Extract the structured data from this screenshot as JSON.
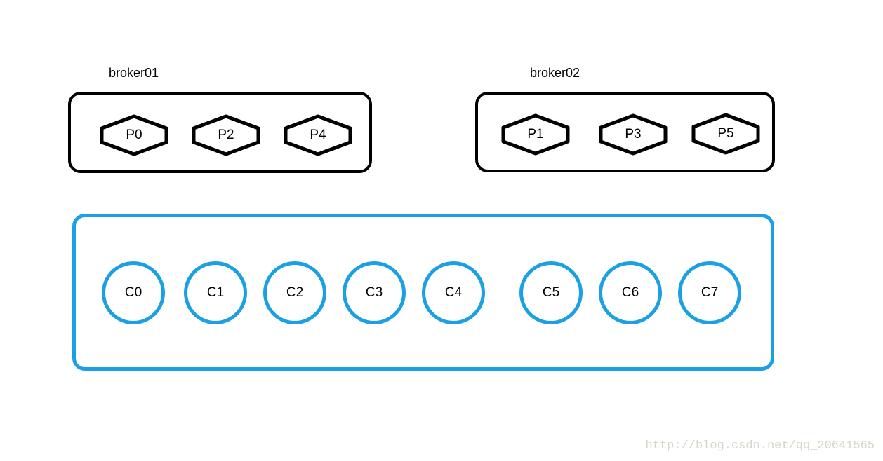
{
  "diagram": {
    "brokers": [
      {
        "label": "broker01",
        "partitions": [
          "P0",
          "P2",
          "P4"
        ]
      },
      {
        "label": "broker02",
        "partitions": [
          "P1",
          "P3",
          "P5"
        ]
      }
    ],
    "consumers": [
      "C0",
      "C1",
      "C2",
      "C3",
      "C4",
      "C5",
      "C6",
      "C7"
    ],
    "watermark": "http://blog.csdn.net/qq_20641565",
    "colors": {
      "broker_outline": "#000000",
      "consumer_outline": "#1BA1E3",
      "watermark_text": "#D9D5CB"
    }
  }
}
